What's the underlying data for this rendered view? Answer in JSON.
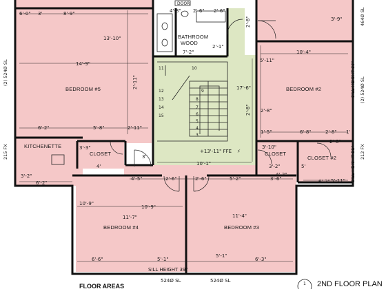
{
  "rooms": {
    "bedroom5": "BEDROOM #5",
    "bedroom2": "BEDROOM #2",
    "bedroom4": "BEDROOM #4",
    "bedroom3": "BEDROOM #3",
    "bathroom": "BATHROOM",
    "bathroom_sub": "WOOD",
    "kitchenette": "KITCHENETTE",
    "closet_left": "CLOSET",
    "closet_mid": "CLOSET",
    "closet_right": "CLOSET #2",
    "door_tag": "DOOR"
  },
  "dims": {
    "d1": "6'-0\"",
    "d2": "3'",
    "d3": "8'-9\"",
    "d4": "4'-8\"",
    "d5": "2'-6\"",
    "d6": "2'-6\"",
    "d7": "13'-10\"",
    "d8": "14'-9\"",
    "d9": "7'-2\"",
    "d10": "2'-1\"",
    "d11": "10'-4\"",
    "d12": "3'-9\"",
    "d13": "5'-11\"",
    "d14": "17'-6\"",
    "d15": "6'-2\"",
    "d16": "5'-8\"",
    "d17": "2'-11\"",
    "d18": "1'-5\"",
    "d19": "6'-8\"",
    "d20": "2'-8\"",
    "d21": "1'",
    "d22": "3'-3\"",
    "d23": "3'-10\"",
    "d24": "4'",
    "d25": "3'",
    "d26": "10'-1\"",
    "d27": "3'-2\"",
    "d28": "5'",
    "d29": "6'-2\"",
    "d30": "4'-5\"",
    "d31": "2'-6\"",
    "d32": "2'-6\"",
    "d33": "5'-2\"",
    "d34": "3'-6\"",
    "d35": "6'-2\"",
    "d36": "10'-9\"",
    "d37": "10'-9\"",
    "d38": "11'-7\"",
    "d39": "11'-4\"",
    "d40": "6'-6\"",
    "d41": "5'-1\"",
    "d42": "5'-1\"",
    "d43": "6'-3\"",
    "d44": "2'-11\"",
    "d45": "3'-2\"",
    "d46": "2'-8\"",
    "d47": "5'-11\"",
    "d48": "4'-2\"",
    "d49": "2'-8\"",
    "d50": "2'-8\"",
    "d51": "2'-8\""
  },
  "vertical_notes": {
    "left_sl": "(2) 524Ø SL",
    "left_fx": "215 FX",
    "right_top": "464Ø SL",
    "right_sill": "SILL HEIGHT 39\"",
    "right_sl": "(2) 524Ø SL",
    "right_fx": "212 FX",
    "right_sill2": "SILL HEIGHT 51\""
  },
  "notes": {
    "ffe": "+13'-11\" FFE",
    "sill_bottom": "SILL HEIGHT 39\"",
    "sl_bottom1": "524Ø SL",
    "sl_bottom2": "524Ø SL"
  },
  "stairs": {
    "left_col": [
      "11",
      "12",
      "13",
      "14",
      "15"
    ],
    "right_col": [
      "10",
      "9",
      "8",
      "7",
      "6",
      "5",
      "4",
      "3"
    ]
  },
  "footer": {
    "floor_areas": "FLOOR AREAS",
    "plan_title": "2ND FLOOR PLAN",
    "symbol_number": "1"
  },
  "colors": {
    "room_fill": "#f5c8c8",
    "stair_fill": "#dde7c3",
    "bath_fill": "#ffffff",
    "wall": "#111111"
  }
}
